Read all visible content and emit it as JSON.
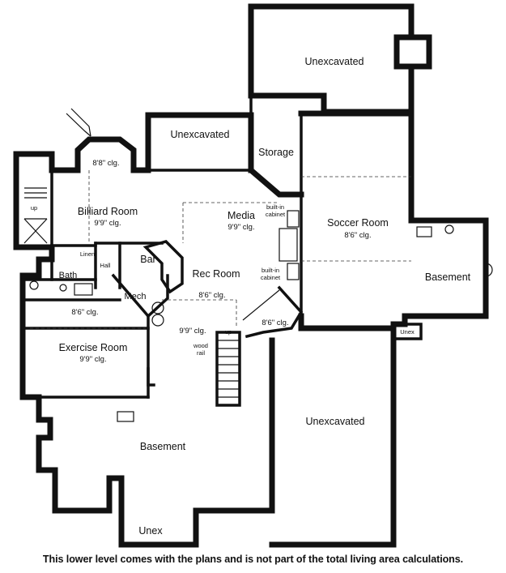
{
  "rooms": {
    "unexcavated_top": "Unexcavated",
    "unexcavated_mid": "Unexcavated",
    "storage": "Storage",
    "billiard": "Billiard Room",
    "billiard_clg": "9'9\" clg.",
    "billiard_top_clg": "8'8\" clg.",
    "media": "Media",
    "media_clg": "9'9\" clg.",
    "builtin_cabinet_1": [
      "built-in",
      "cabinet"
    ],
    "builtin_cabinet_2": [
      "built-in",
      "cabinet"
    ],
    "soccer": "Soccer Room",
    "soccer_clg": "8'6\" clg.",
    "basement_right": "Basement",
    "bar": "Bar",
    "rec_room": "Rec Room",
    "rec_clg": "8'6\" clg.",
    "bath": "Bath",
    "hall": "Hall",
    "linen": "Linen",
    "mech": "Mech",
    "exercise_top_clg": "8'6\" clg.",
    "exercise": "Exercise Room",
    "exercise_clg": "9'9\" clg.",
    "stair_area_clg": "9'9\" clg.",
    "wood_rail": [
      "wood",
      "rail"
    ],
    "up_stair": "up",
    "up_left": "up",
    "corner_clg": "8'6\" clg.",
    "unex_small": "Unex",
    "unexcavated_bottom": "Unexcavated",
    "basement_bottom": "Basement",
    "unex_bottom": "Unex"
  },
  "caption": "This lower level comes with the plans and is not part of the total living area calculations."
}
